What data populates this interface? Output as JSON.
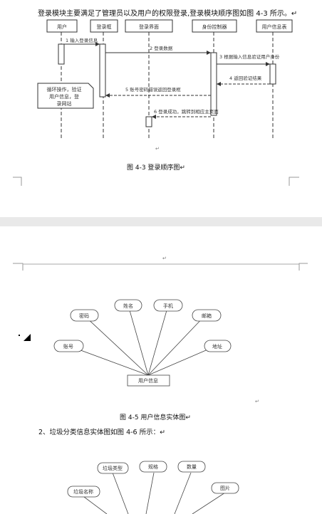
{
  "page1": {
    "intro_text": "登录模块主要满足了管理员以及用户的权限登录,登录模块顺序图如图 4-3 所示。↵",
    "sequence": {
      "lifelines": [
        "用户",
        "登录框",
        "登录界面",
        "身份控制器",
        "用户信息表"
      ],
      "messages": [
        "1 输入登录信息",
        "2 登录数据",
        "3 根据输入信息验证用户身份",
        "4 返回验证结果",
        "5 账号密码错误返回登录框",
        "6 登录成功，跳转到相应主页面"
      ],
      "note": [
        "循环操作，验证",
        "用户信息，登",
        "录网站"
      ]
    },
    "caption": "图 4-3  登录顺序图↵",
    "para_mark": "↵"
  },
  "page2": {
    "top_mark": "↵",
    "entity": {
      "center": "用户信息",
      "attributes": [
        "密码",
        "姓名",
        "手机",
        "邮箱",
        "账号",
        "地址"
      ]
    },
    "after_mark": "↵",
    "caption": "图 4-5  用户信息实体图↵",
    "para2": "2、垃圾分类信息实体图如图 4-6 所示：↵",
    "entity2": {
      "attributes": [
        "垃圾类型",
        "规格",
        "数量",
        "图片",
        "垃圾名称"
      ]
    }
  }
}
